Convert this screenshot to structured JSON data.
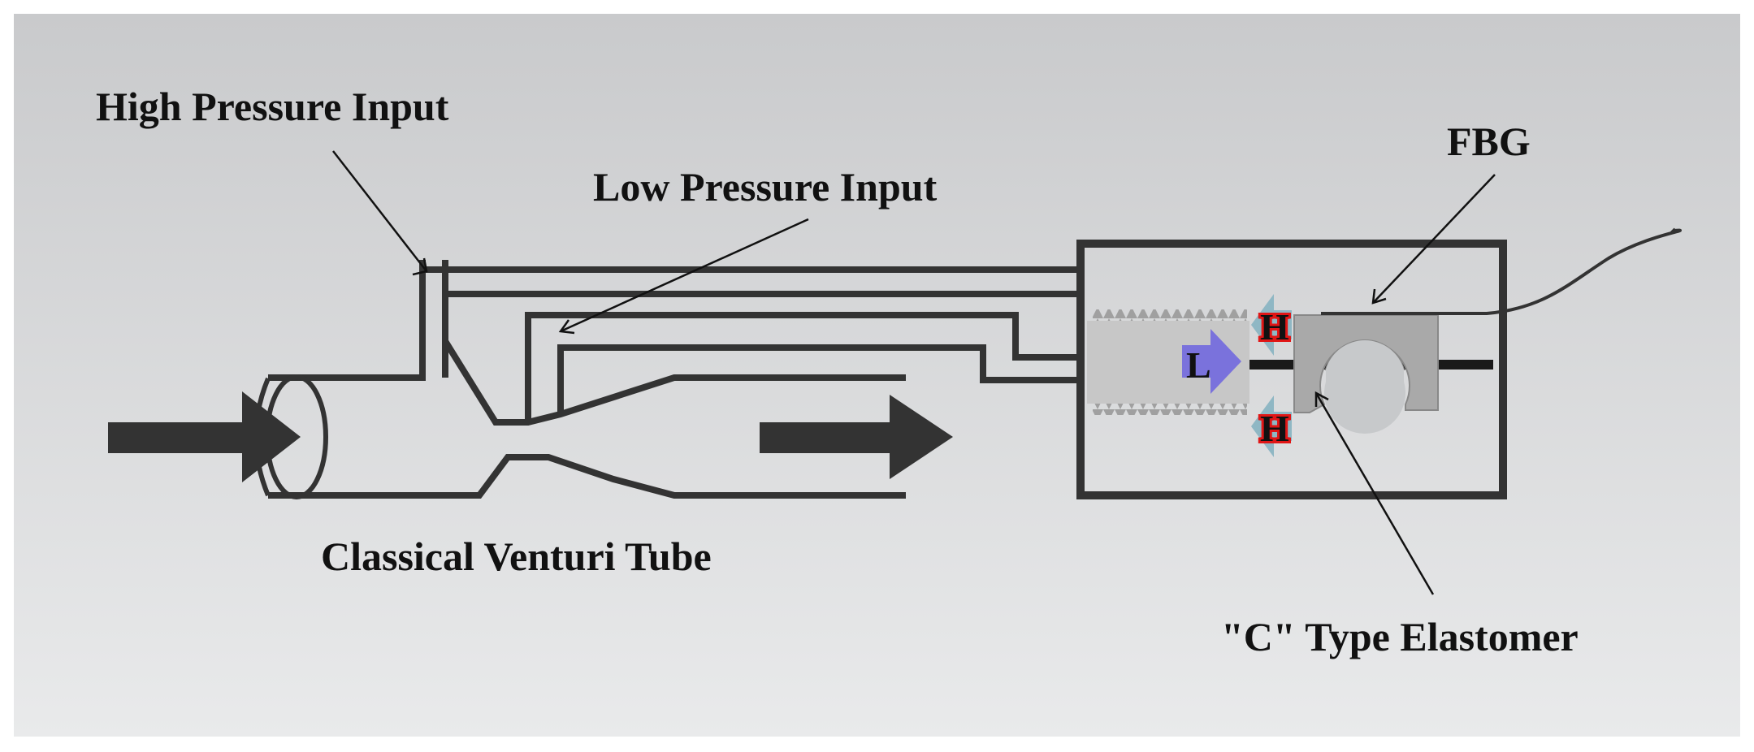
{
  "labels": {
    "high_pressure_input": "High Pressure Input",
    "low_pressure_input": "Low Pressure Input",
    "fbg": "FBG",
    "classical_venturi_tube": "Classical Venturi Tube",
    "c_type_elastomer": "\"C\" Type Elastomer",
    "high_marker": "H",
    "low_marker": "L"
  },
  "colors": {
    "outline": "#333333",
    "background_top": "#c9cacc",
    "background_bottom": "#e9eaeb",
    "bellows_fill": "#c7c7c7",
    "elastomer_fill": "#a9a9a9",
    "high_arrow": "#8fb7c4",
    "high_marker": "#e01616",
    "low_arrow": "#7a72dc",
    "fiber": "#333333"
  },
  "icons": {
    "flow_in": "flow-arrow-right-icon",
    "flow_out": "flow-arrow-right-icon",
    "high_pressure": "double-arrow-inward-icon",
    "low_pressure": "arrow-right-icon"
  }
}
